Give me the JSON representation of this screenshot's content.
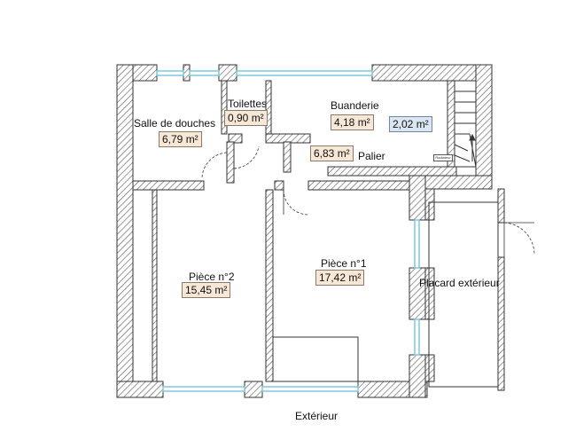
{
  "plan": {
    "rooms": [
      {
        "key": "salle_de_douches",
        "name": "Salle de douches",
        "area": "6,79 m²"
      },
      {
        "key": "toilettes",
        "name": "Toilettes",
        "area": "0,90 m²"
      },
      {
        "key": "buanderie",
        "name": "Buanderie",
        "area": "4,18 m²"
      },
      {
        "key": "escalier",
        "name": "",
        "area": "2,02 m²"
      },
      {
        "key": "palier",
        "name": "Palier",
        "area": "6,83 m²"
      },
      {
        "key": "piece_2",
        "name": "Pièce n°2",
        "area": "15,45 m²"
      },
      {
        "key": "piece_1",
        "name": "Pièce n°1",
        "area": "17,42 m²"
      },
      {
        "key": "placard",
        "name": "Placard extérieur",
        "area": ""
      }
    ],
    "exterior_label": "Extérieur",
    "small_tag": "Radiateur"
  },
  "colors": {
    "wall_hatch": "#555555",
    "window": "#8fd3e8",
    "area_tag": "#f6e7d6",
    "area_tag_blue": "#dbe6f3"
  }
}
